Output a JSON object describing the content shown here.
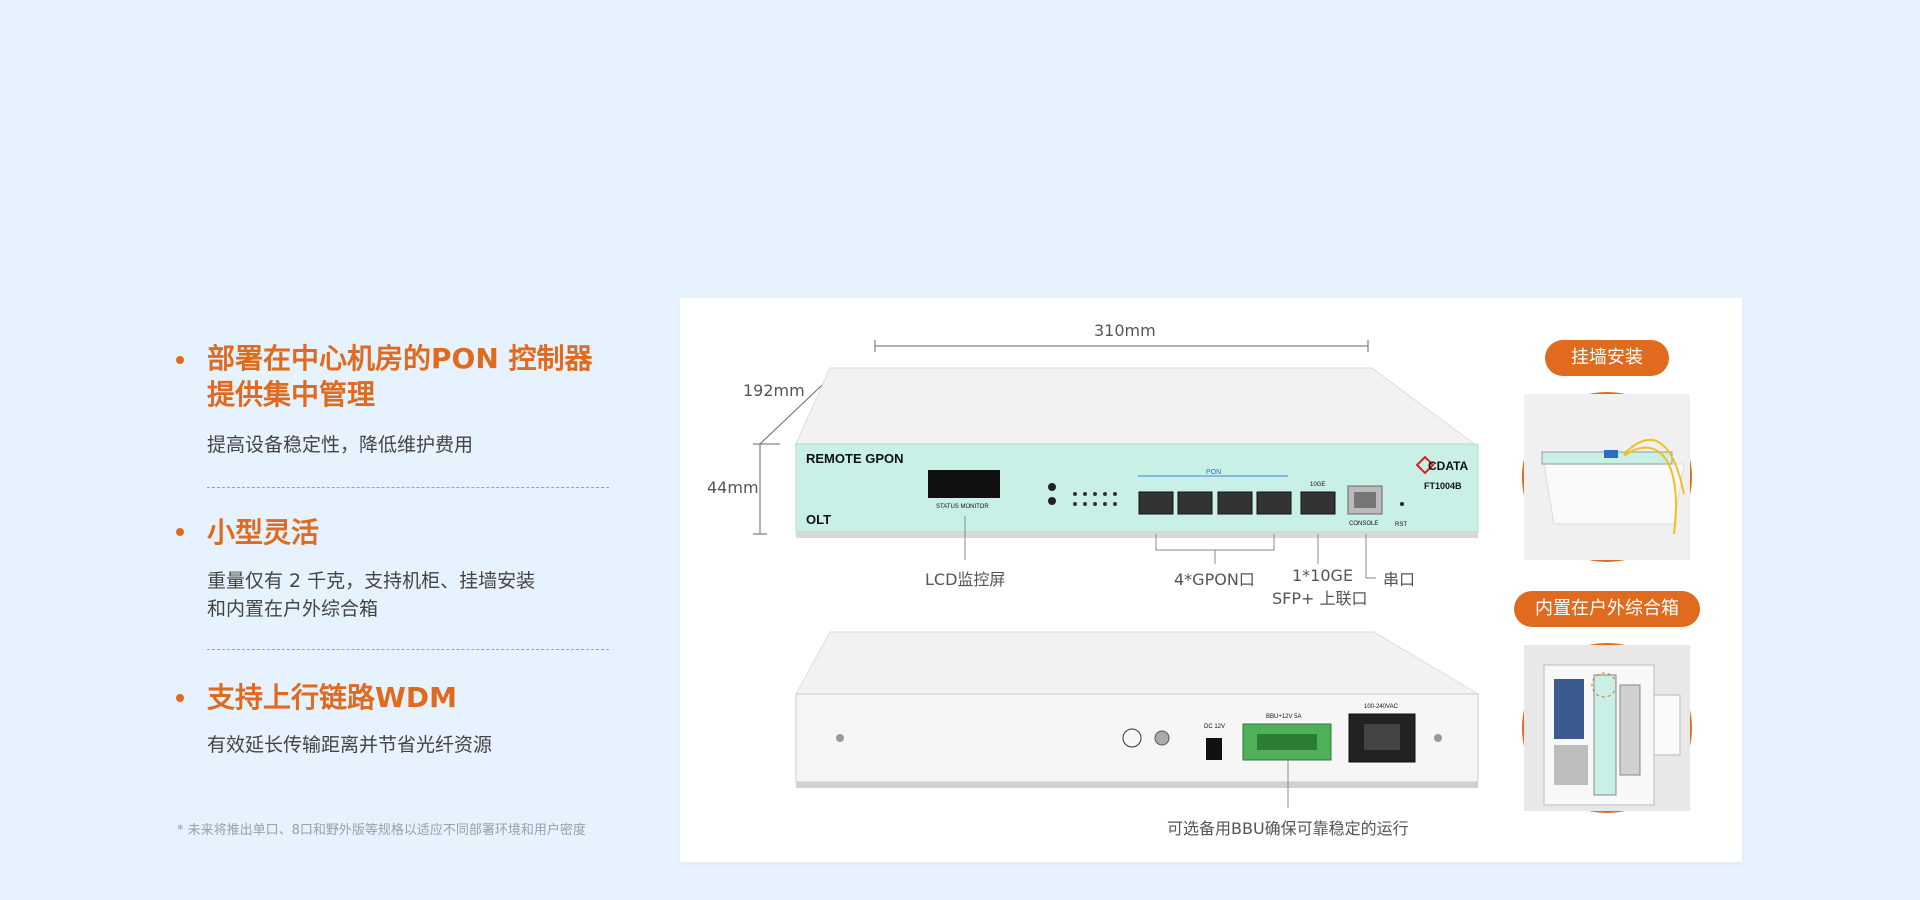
{
  "features": [
    {
      "title_line1": "部署在中心机房的PON 控制器",
      "title_line2": "提供集中管理",
      "desc_line1": "提高设备稳定性，降低维护费用",
      "desc_line2": ""
    },
    {
      "title_line1": "小型灵活",
      "title_line2": "",
      "desc_line1": "重量仅有 2 千克，支持机柜、挂墙安装",
      "desc_line2": "和内置在户外综合箱"
    },
    {
      "title_line1": "支持上行链路WDM",
      "title_line2": "",
      "desc_line1": "有效延长传输距离并节省光纤资源",
      "desc_line2": ""
    }
  ],
  "note": "* 未来将推出单口、8口和野外版等规格以适应不同部署环境和用户密度",
  "dimensions": {
    "width": "310mm",
    "depth": "192mm",
    "height": "44mm"
  },
  "front_panel": {
    "brand_left": "REMOTE GPON",
    "model_left": "OLT",
    "lcd_caption": "STATUS MONITOR",
    "pon_label": "PON",
    "ge_label": "10GE",
    "console_label": "CONSOLE",
    "rst_label": "RST",
    "logo": "CDATA",
    "model": "FT1004B"
  },
  "callouts": {
    "lcd": "LCD监控屏",
    "gpon": "4*GPON口",
    "sfp_line1": "1*10GE",
    "sfp_line2": "SFP+ 上联口",
    "serial": "串口",
    "bbu": "可选备用BBU确保可靠稳定的运行"
  },
  "rear_panel": {
    "dc": "DC 12V",
    "bbu": "BBU+12V 5A",
    "ac": "100-240VAC"
  },
  "installs": {
    "wall": "挂墙安装",
    "cabinet": "内置在户外综合箱"
  },
  "colors": {
    "accent": "#e06a1e",
    "device_face": "#c9f0e6"
  }
}
